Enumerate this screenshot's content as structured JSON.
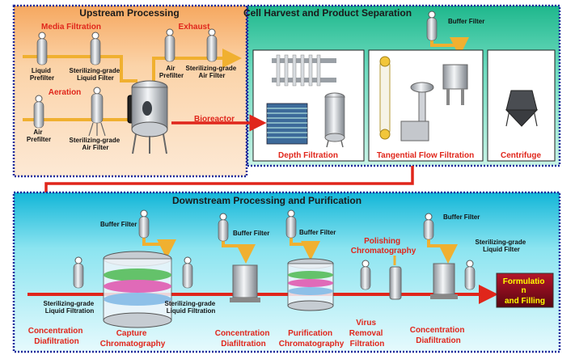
{
  "upstream": {
    "title": "Upstream Processing",
    "media_filtration": "Media Filtration",
    "liquid_prefilter": [
      "Liquid",
      "Prefilter"
    ],
    "sterilizing_liquid_filter": [
      "Sterilizing-grade",
      "Liquid Filter"
    ],
    "aeration": "Aeration",
    "air_prefilter": [
      "Air",
      "Prefilter"
    ],
    "sterilizing_air_filter": [
      "Sterilizing-grade",
      "Air Filter"
    ],
    "exhaust": "Exhaust",
    "exhaust_air_prefilter": [
      "Air",
      "Prefilter"
    ],
    "exhaust_sterilizing_air_filter": [
      "Sterilizing-grade",
      "Air Filter"
    ],
    "bioreactor": "Bioreactor"
  },
  "harvest": {
    "title": "Cell Harvest and Product Separation",
    "buffer_filter": "Buffer Filter",
    "depth_filtration": "Depth Filtration",
    "tangential_flow_filtration": "Tangential Flow Filtration",
    "centrifuge": "Centrifuge"
  },
  "downstream": {
    "title": "Downstream Processing and Purification",
    "buffer_filter_1": "Buffer Filter",
    "buffer_filter_2": "Buffer Filter",
    "buffer_filter_3": "Buffer Filter",
    "buffer_filter_4": "Buffer Filter",
    "sterilizing_liquid_filtration_1": [
      "Sterilizing-grade",
      "Liquid Filtration"
    ],
    "sterilizing_liquid_filtration_2": [
      "Sterilizing-grade",
      "Liquid Filtration"
    ],
    "polishing_chromatography": [
      "Polishing",
      "Chromatography"
    ],
    "sterilizing_liquid_filter": [
      "Sterilizing-grade",
      "Liquid Filter"
    ],
    "formulation": [
      "Formulatio",
      "n",
      "and Filling"
    ],
    "stages": {
      "concentration_1": [
        "Concentration",
        "Diafiltration"
      ],
      "capture": [
        "Capture",
        "Chromatography"
      ],
      "concentration_2": [
        "Concentration",
        "Diafiltration"
      ],
      "purification": [
        "Purification",
        "Chromatography"
      ],
      "virus": [
        "Virus",
        "Removal",
        "Filtration"
      ],
      "concentration_3": [
        "Concentration",
        "Diafiltration"
      ]
    }
  },
  "colors": {
    "upstream_bg": "#fbd7b0",
    "harvest_bg": "#5ed7b5",
    "downstream_bg": "#4fd6e6",
    "frame_blue": "#1f2a9c",
    "flow_red": "#e0261b",
    "feed_yellow": "#f0b030",
    "label_red": "#e0261b",
    "formulation_bg": "#8e0c1a"
  }
}
